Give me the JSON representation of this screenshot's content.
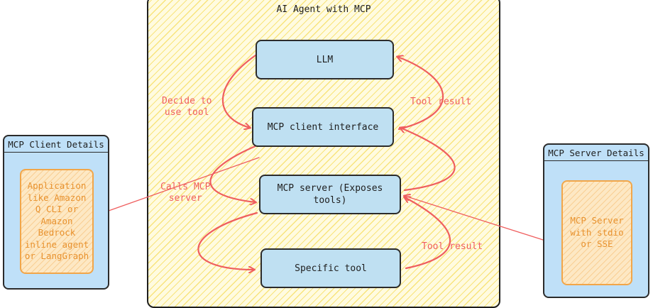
{
  "diagram": {
    "title": "AI Agent with MCP",
    "nodes": {
      "llm": "LLM",
      "client_interface": "MCP client interface",
      "server_line1": "MCP server (Exposes",
      "server_line2": "tools)",
      "tool": "Specific tool"
    },
    "edge_labels": {
      "decide_line1": "Decide to",
      "decide_line2": "use tool",
      "tool_result_upper": "Tool result",
      "calls_line1": "Calls MCP",
      "calls_line2": "server",
      "tool_result_lower": "Tool result"
    },
    "client_panel": {
      "title": "MCP Client Details",
      "lines": [
        "Application",
        "like Amazon",
        "Q CLI or",
        "Amazon",
        "Bedrock",
        "inline agent",
        "or LangGraph"
      ]
    },
    "server_panel": {
      "title": "MCP Server Details",
      "lines": [
        "MCP Server",
        "with stdio",
        "or SSE"
      ]
    },
    "colors": {
      "node_fill": "#bfe0f2",
      "arrow": "#ef5e5e",
      "detail_text": "#e8922e",
      "hatch": "#f5dc5a"
    }
  }
}
